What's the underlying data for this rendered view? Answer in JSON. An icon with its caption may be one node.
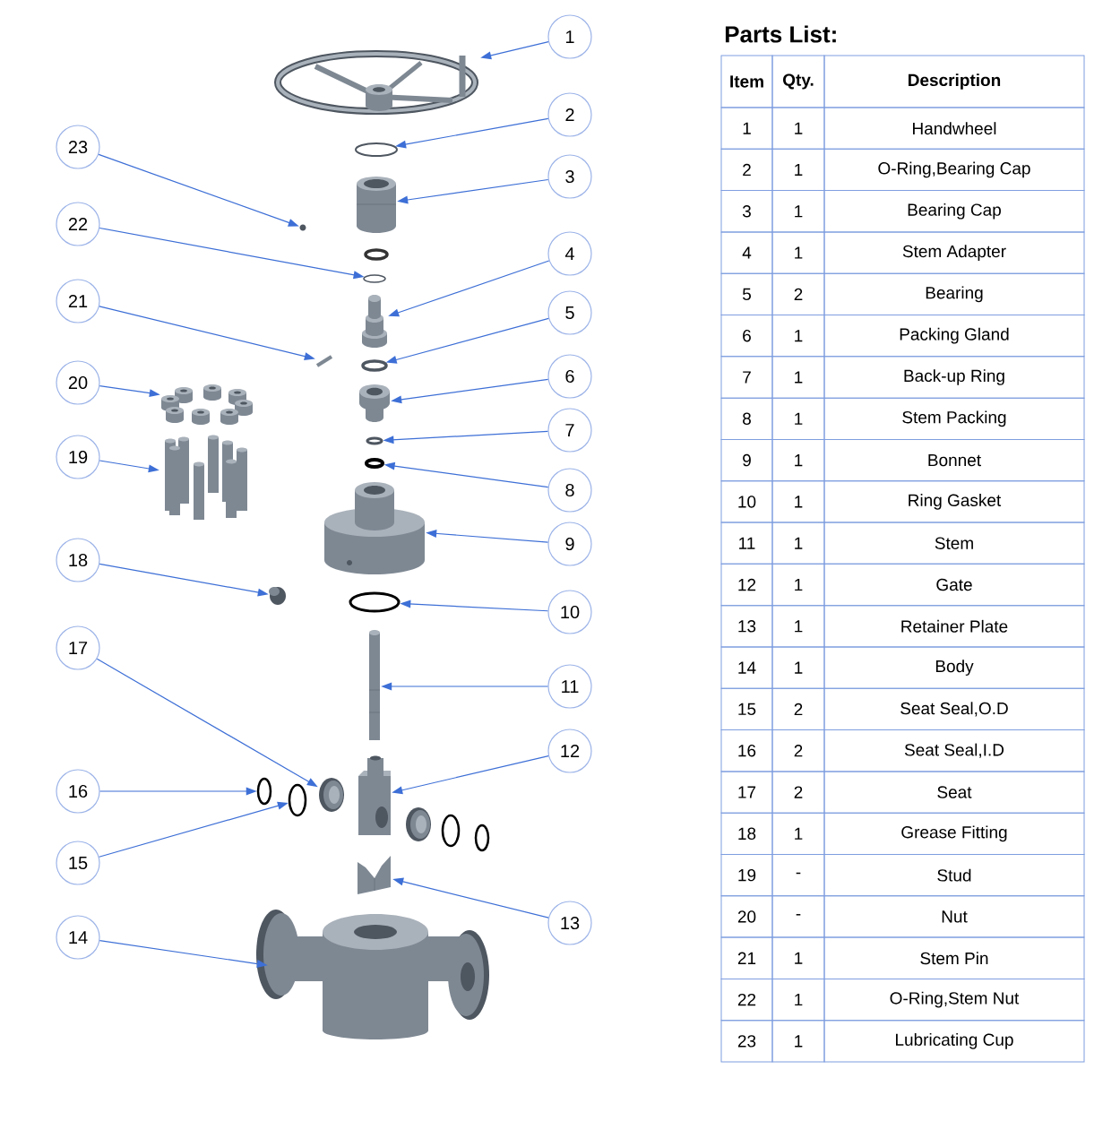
{
  "diagram": {
    "title": "Parts List:",
    "nodes": [
      {
        "text": [
          "1"
        ]
      },
      {
        "text": [
          "2"
        ]
      },
      {
        "text": [
          "3"
        ]
      },
      {
        "text": [
          "4"
        ]
      },
      {
        "text": [
          "5"
        ]
      },
      {
        "text": [
          "6"
        ]
      },
      {
        "text": [
          "7"
        ]
      },
      {
        "text": [
          "8"
        ]
      },
      {
        "text": [
          "9"
        ]
      },
      {
        "text": [
          "10"
        ]
      },
      {
        "text": [
          "11"
        ]
      },
      {
        "text": [
          "12"
        ]
      },
      {
        "text": [
          "13"
        ]
      },
      {
        "text": [
          "14"
        ]
      },
      {
        "text": [
          "15"
        ]
      },
      {
        "text": [
          "16"
        ]
      },
      {
        "text": [
          "17"
        ]
      },
      {
        "text": [
          "18"
        ]
      },
      {
        "text": [
          "19"
        ]
      },
      {
        "text": [
          "20"
        ]
      },
      {
        "text": [
          "21"
        ]
      },
      {
        "text": [
          "22"
        ]
      },
      {
        "text": [
          "23"
        ]
      },
      {
        "text": [],
        "shape": "picture"
      },
      {
        "text": [],
        "shape": "circle"
      },
      {
        "text": [],
        "shape": "picture"
      },
      {
        "text": [],
        "shape": "picture"
      },
      {
        "text": [],
        "shape": "circle"
      },
      {
        "text": [],
        "shape": "picture"
      },
      {
        "text": [],
        "shape": "circle"
      },
      {
        "text": [],
        "shape": "circle"
      },
      {
        "text": [],
        "shape": "picture"
      },
      {
        "text": [],
        "shape": "circle"
      },
      {
        "text": [],
        "shape": "picture"
      },
      {
        "text": [],
        "shape": "picture"
      },
      {
        "text": [],
        "shape": "picture"
      },
      {
        "text": [],
        "shape": "picture"
      },
      {
        "text": [],
        "shape": "circle"
      },
      {
        "text": [],
        "shape": "circle"
      },
      {
        "text": [],
        "shape": "picture"
      },
      {
        "text": [],
        "shape": "picture"
      },
      {
        "text": [],
        "shape": "picture"
      },
      {
        "text": [],
        "shape": "picture"
      },
      {
        "text": [],
        "shape": "picture"
      },
      {
        "text": [],
        "shape": "circle"
      },
      {
        "text": [],
        "shape": "picture"
      }
    ],
    "edges": [
      {
        "from": 0,
        "to": 23,
        "arrow": "to"
      },
      {
        "from": 1,
        "to": 24,
        "arrow": "to"
      },
      {
        "from": 2,
        "to": 25,
        "arrow": "to"
      },
      {
        "from": 3,
        "to": 26,
        "arrow": "to"
      },
      {
        "from": 4,
        "to": 27,
        "arrow": "to"
      },
      {
        "from": 5,
        "to": 28,
        "arrow": "to"
      },
      {
        "from": 6,
        "to": 29,
        "arrow": "to"
      },
      {
        "from": 7,
        "to": 30,
        "arrow": "to"
      },
      {
        "from": 8,
        "to": 31,
        "arrow": "to"
      },
      {
        "from": 9,
        "to": 32,
        "arrow": "to"
      },
      {
        "from": 10,
        "to": 33,
        "arrow": "to"
      },
      {
        "from": 11,
        "to": 34,
        "arrow": "to"
      },
      {
        "from": 12,
        "to": 35,
        "arrow": "to"
      },
      {
        "from": 13,
        "to": 36,
        "arrow": "to"
      },
      {
        "from": 14,
        "to": 37,
        "arrow": "to"
      },
      {
        "from": 15,
        "to": 38,
        "arrow": "to"
      },
      {
        "from": 16,
        "to": 39,
        "arrow": "to"
      },
      {
        "from": 17,
        "to": 40,
        "arrow": "to"
      },
      {
        "from": 18,
        "to": 41,
        "arrow": "to"
      },
      {
        "from": 19,
        "to": 42,
        "arrow": "to"
      },
      {
        "from": 20,
        "to": 43,
        "arrow": "to"
      },
      {
        "from": 21,
        "to": 44,
        "arrow": "to"
      },
      {
        "from": 22,
        "to": 45,
        "arrow": "to"
      }
    ],
    "labels": [
      "Item",
      "Qty.",
      "Description",
      "1",
      "1",
      "Handwheel",
      "2",
      "1",
      "O-Ring,Bearing Cap",
      "3",
      "1",
      "Bearing Cap",
      "4",
      "1",
      "Stem Adapter",
      "5",
      "2",
      "Bearing",
      "6",
      "1",
      "Packing Gland",
      "7",
      "1",
      "Back-up Ring",
      "8",
      "1",
      "Stem Packing",
      "9",
      "1",
      "Bonnet",
      "10",
      "1",
      "Ring Gasket",
      "11",
      "1",
      "Stem",
      "12",
      "1",
      "Gate",
      "13",
      "1",
      "Retainer Plate",
      "14",
      "1",
      "Body",
      "15",
      "2",
      "Seat Seal,O.D",
      "16",
      "2",
      "Seat Seal,I.D",
      "17",
      "2",
      "Seat",
      "18",
      "1",
      "Grease Fitting",
      "19",
      "-",
      "Stud",
      "20",
      "-",
      "Nut",
      "21",
      "1",
      "Stem Pin",
      "22",
      "1",
      "O-Ring,Stem Nut",
      "23",
      "1",
      "Lubricating Cup"
    ]
  }
}
